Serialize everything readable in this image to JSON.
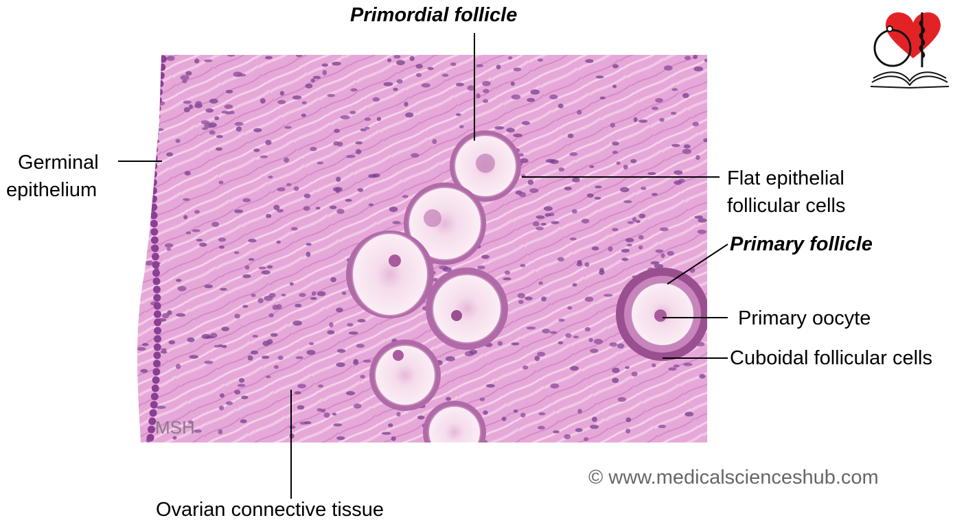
{
  "labels": {
    "primordial_follicle": "Primordial follicle",
    "germinal_epithelium_line1": "Germinal",
    "germinal_epithelium_line2": "epithelium",
    "flat_epithelial_line1": "Flat epithelial",
    "flat_epithelial_line2": "follicular cells",
    "primary_follicle": "Primary follicle",
    "primary_oocyte": "Primary oocyte",
    "cuboidal_follicular_cells": "Cuboidal follicular cells",
    "ovarian_connective_tissue": "Ovarian connective tissue"
  },
  "watermark": "MSH",
  "copyright": "© www.medicalscienceshub.com",
  "colors": {
    "stroma": "#e3a3d6",
    "nuclei": "#7a3f8f",
    "oocyte_cytoplasm": "#f6e2ef",
    "logo_heart": "#e32226"
  }
}
